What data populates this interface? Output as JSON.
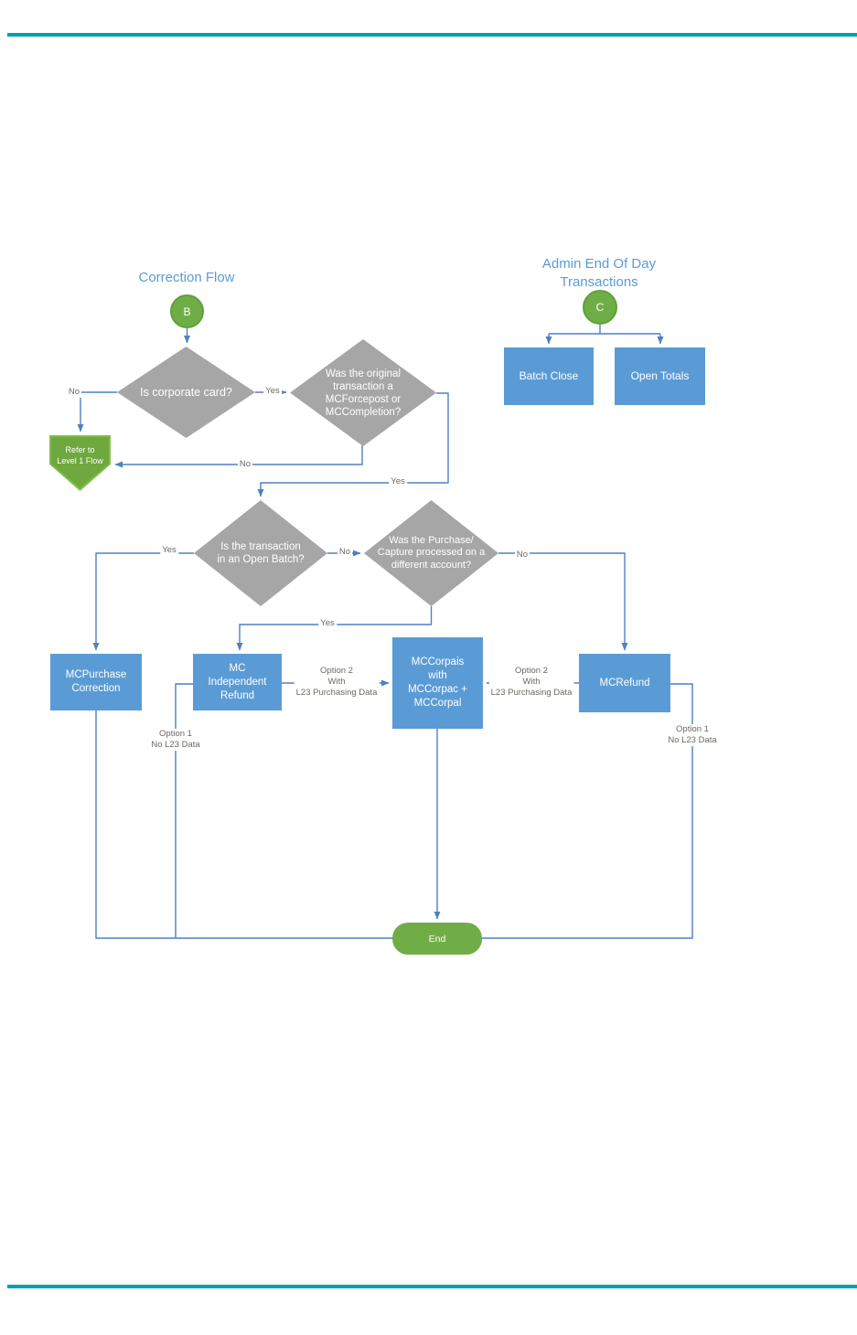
{
  "colors": {
    "accent_blue": "#5b9bd5",
    "line_blue": "#4e81c0",
    "diamond_gray": "#a6a6a6",
    "green": "#70ad47",
    "teal_rule": "#00a0b1",
    "label_gray": "#6e6961"
  },
  "correction_flow": {
    "title": "Correction Flow",
    "start_label": "B",
    "decision_corporate_card": "Is corporate card?",
    "decision_original_transaction": "Was the original\ntransaction a\nMCForcepost or\nMCCompletion?",
    "refer_level1": "Refer to\nLevel 1 Flow",
    "decision_open_batch": "Is the transaction\nin an Open Batch?",
    "decision_different_account": "Was the Purchase/\nCapture processed on a\ndifferent account?",
    "box_mcpurchase": "MCPurchase\nCorrection",
    "box_mc_independent_refund": "MC\nIndependent\nRefund",
    "box_mccorpais": "MCCorpais\nwith\nMCCorpac +\nMCCorpal",
    "box_mcrefund": "MCRefund",
    "end_label": "End",
    "labels": {
      "no_corporate": "No",
      "yes_corporate": "Yes",
      "no_original": "No",
      "yes_original": "Yes",
      "yes_open_batch": "Yes",
      "no_open_batch": "No",
      "no_different_account": "No",
      "yes_different_account": "Yes",
      "option2_left": "Option 2\nWith\nL23 Purchasing Data",
      "option2_right": "Option 2\nWith\nL23 Purchasing Data",
      "option1_left": "Option 1\nNo L23 Data",
      "option1_right": "Option 1\nNo L23 Data"
    }
  },
  "admin_flow": {
    "title": "Admin End Of Day\nTransactions",
    "start_label": "C",
    "box_batch_close": "Batch Close",
    "box_open_totals": "Open Totals"
  }
}
